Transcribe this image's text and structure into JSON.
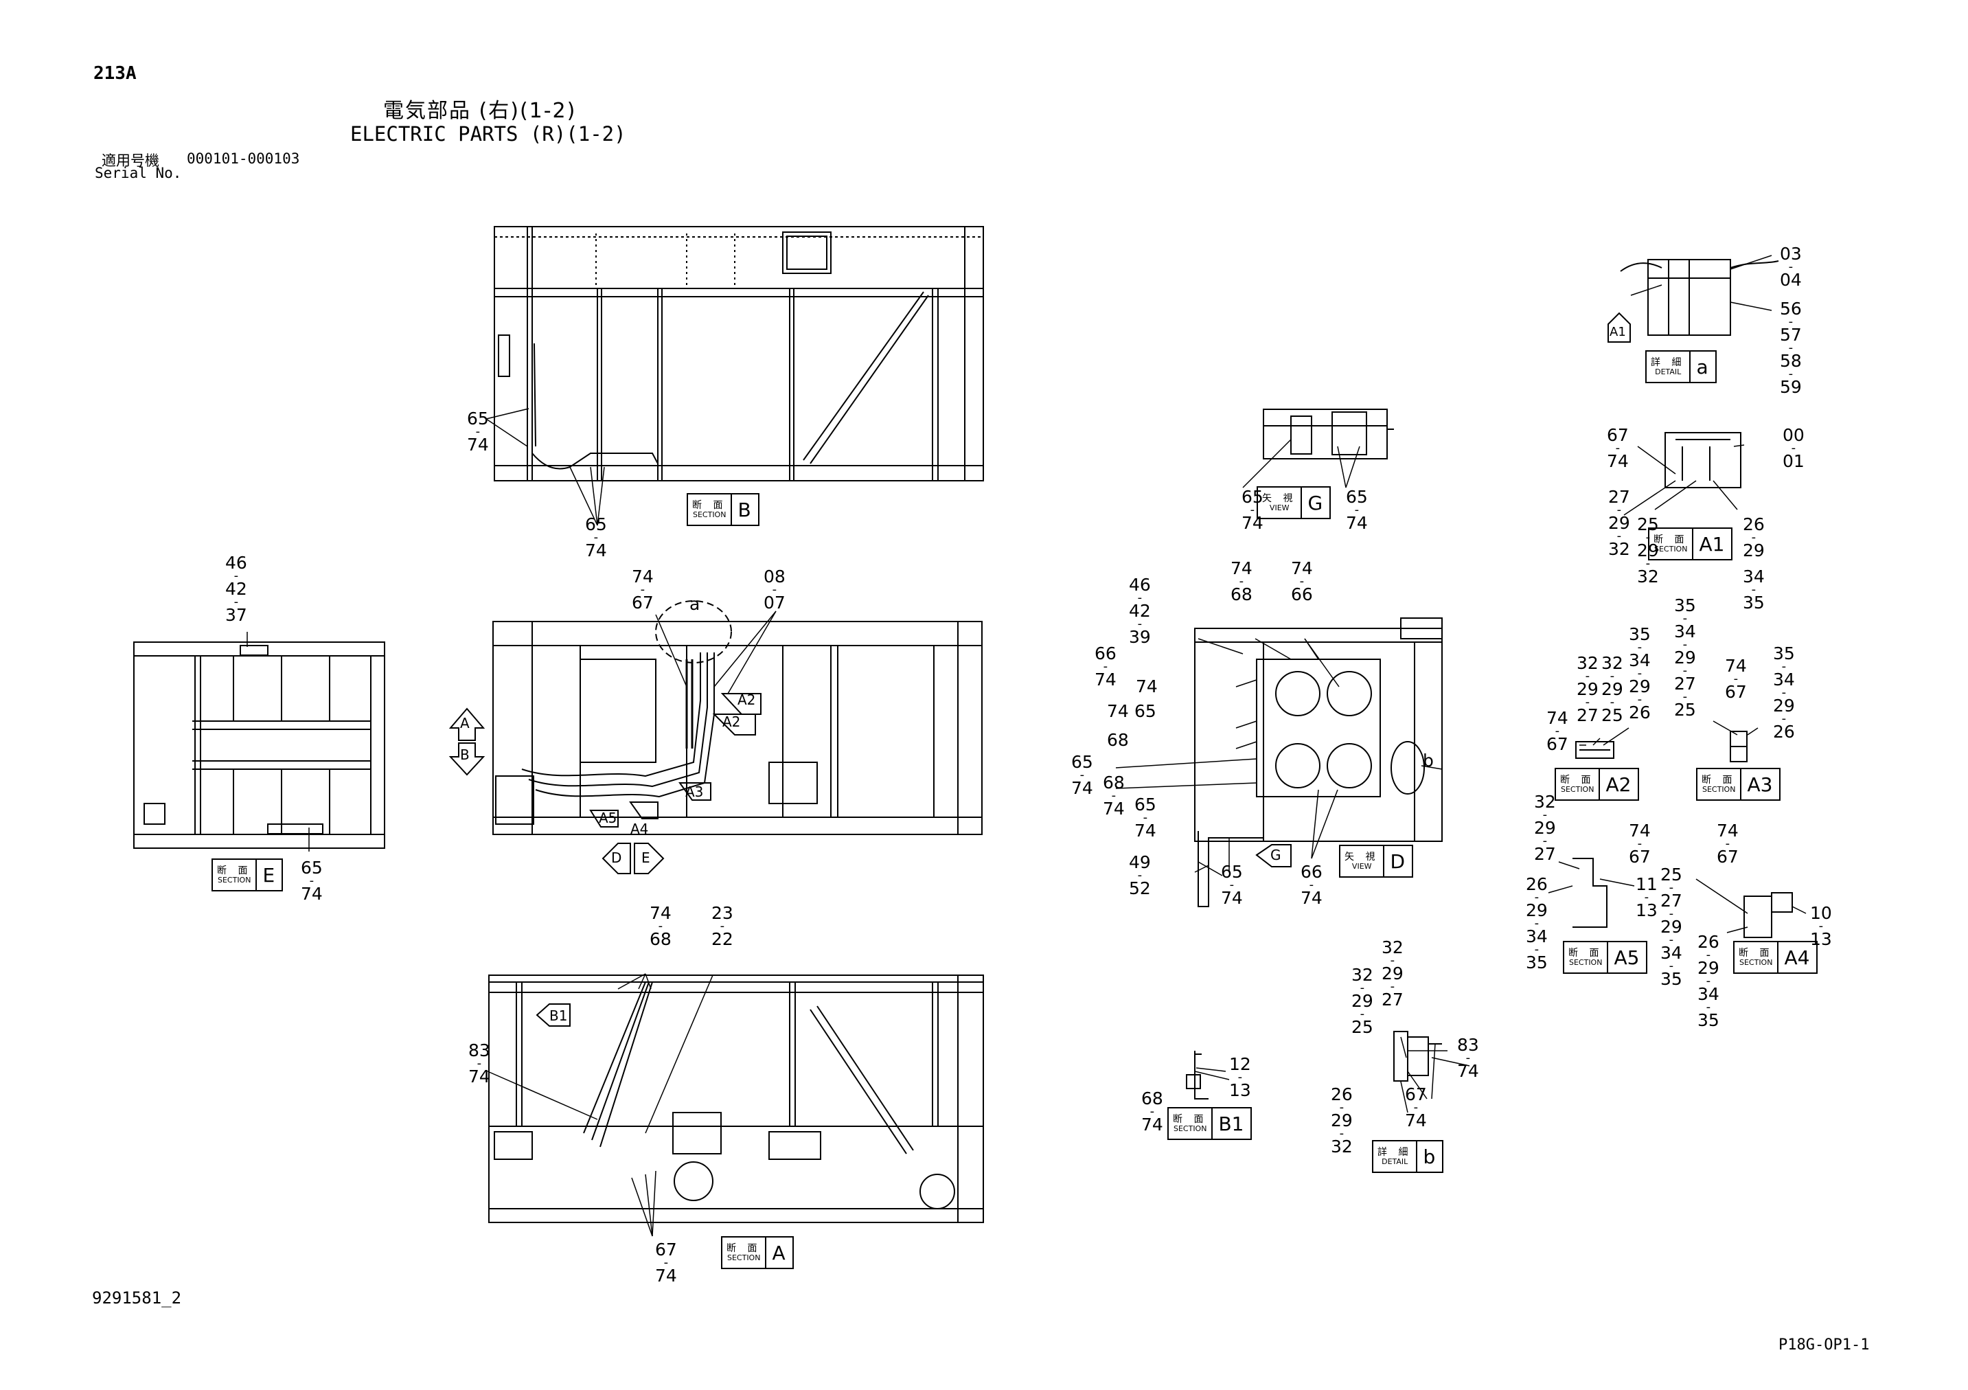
{
  "header": {
    "model": "213A",
    "title_jp": "電気部品 (右)(1-2)",
    "title_en": "ELECTRIC PARTS (R)(1-2)",
    "serial_label_jp": "適用号機",
    "serial_range": "000101-000103",
    "serial_label_en": "Serial No."
  },
  "footer": {
    "doc_number": "9291581_2",
    "page_code": "P18G-OP1-1"
  },
  "views": [
    {
      "kanji": "断 面",
      "label": "SECTION",
      "letter": "B"
    },
    {
      "kanji": "断 面",
      "label": "SECTION",
      "letter": "E"
    },
    {
      "kanji": "断 面",
      "label": "SECTION",
      "letter": "A"
    },
    {
      "kanji": "矢 視",
      "label": "VIEW",
      "letter": "G"
    },
    {
      "kanji": "矢 視",
      "label": "VIEW",
      "letter": "D"
    },
    {
      "kanji": "断 面",
      "label": "SECTION",
      "letter": "B1"
    },
    {
      "kanji": "詳 細",
      "label": "DETAIL",
      "letter": "b"
    },
    {
      "kanji": "詳 細",
      "label": "DETAIL",
      "letter": "a"
    },
    {
      "kanji": "断 面",
      "label": "SECTION",
      "letter": "A1"
    },
    {
      "kanji": "断 面",
      "label": "SECTION",
      "letter": "A2"
    },
    {
      "kanji": "断 面",
      "label": "SECTION",
      "letter": "A3"
    },
    {
      "kanji": "断 面",
      "label": "SECTION",
      "letter": "A5"
    },
    {
      "kanji": "断 面",
      "label": "SECTION",
      "letter": "A4"
    }
  ],
  "callouts": {
    "secB_left": [
      "65",
      "74"
    ],
    "secB_bottom": [
      "65",
      "74"
    ],
    "secE_top": [
      "46",
      "42",
      "37"
    ],
    "secE_bottom": [
      "65",
      "74"
    ],
    "main_74_67": [
      "74",
      "67"
    ],
    "main_08_07": [
      "08",
      "07"
    ],
    "main_a": "a",
    "arrow_A": "A",
    "arrow_B": "B",
    "arrow_A2a": "A2",
    "arrow_A2b": "A2",
    "arrow_A3": "A3",
    "arrow_A5": "A5",
    "arrow_A4": "A4",
    "arrow_D": "D",
    "arrow_E": "E",
    "secA_top1": [
      "74",
      "68"
    ],
    "secA_top2": [
      "23",
      "22"
    ],
    "secA_left": [
      "83",
      "74"
    ],
    "secA_bottom": [
      "67",
      "74"
    ],
    "arrow_B1": "B1",
    "viewG_left": [
      "65",
      "74"
    ],
    "viewG_right": [
      "65",
      "74"
    ],
    "viewD_top_left": [
      "46",
      "42",
      "39"
    ],
    "viewD_top1": [
      "74",
      "68"
    ],
    "viewD_top2": [
      "74",
      "66"
    ],
    "viewD_l1": [
      "66",
      "74"
    ],
    "viewD_l2": [
      "74"
    ],
    "viewD_l3": [
      "74",
      "65"
    ],
    "viewD_l4": [
      "68"
    ],
    "viewD_l5": [
      "65",
      "74"
    ],
    "viewD_l6": [
      "68",
      "74"
    ],
    "viewD_l7": [
      "65",
      "74"
    ],
    "viewD_l8": [
      "49",
      "52"
    ],
    "viewD_b1": [
      "65",
      "74"
    ],
    "viewD_b2": [
      "66",
      "74"
    ],
    "viewD_b": "b",
    "viewD_G": "G",
    "secB1_left": [
      "68",
      "74"
    ],
    "secB1_right": [
      "12",
      "13"
    ],
    "detb_top1": [
      "32",
      "29",
      "27"
    ],
    "detb_top2": [
      "32",
      "29",
      "25"
    ],
    "detb_right": [
      "83",
      "74"
    ],
    "detb_bottom1": [
      "26",
      "29",
      "32"
    ],
    "detb_bottom2": [
      "67",
      "74"
    ],
    "deta_right": [
      "03",
      "04",
      "56",
      "57",
      "58",
      "59"
    ],
    "deta_A1": "A1",
    "secA1_topleft": [
      "67",
      "74"
    ],
    "secA1_right": [
      "00",
      "01"
    ],
    "secA1_left": [
      "27",
      "29",
      "32"
    ],
    "secA1_mid": [
      "25",
      "29",
      "32"
    ],
    "secA1_r2": [
      "26",
      "29",
      "34",
      "35"
    ],
    "secA2_c1": [
      "32",
      "29",
      "27"
    ],
    "secA2_c2": [
      "32",
      "29",
      "25"
    ],
    "secA2_c3": [
      "35",
      "34",
      "29",
      "26"
    ],
    "secA2_left": [
      "74",
      "67"
    ],
    "secA3_c1": [
      "35",
      "34",
      "29",
      "27",
      "25"
    ],
    "secA3_c2": [
      "74",
      "67"
    ],
    "secA3_c3": [
      "35",
      "34",
      "29",
      "26"
    ],
    "secA5_top": [
      "32",
      "29",
      "27"
    ],
    "secA5_left": [
      "26",
      "29",
      "34",
      "35"
    ],
    "secA5_right_top": [
      "74",
      "67"
    ],
    "secA5_right": [
      "11",
      "13"
    ],
    "secA4_left": [
      "25",
      "27",
      "29",
      "34",
      "35"
    ],
    "secA4_top": [
      "74",
      "67"
    ],
    "secA4_right": [
      "10",
      "13"
    ],
    "secA4_bottom": [
      "26",
      "29",
      "34",
      "35"
    ]
  }
}
